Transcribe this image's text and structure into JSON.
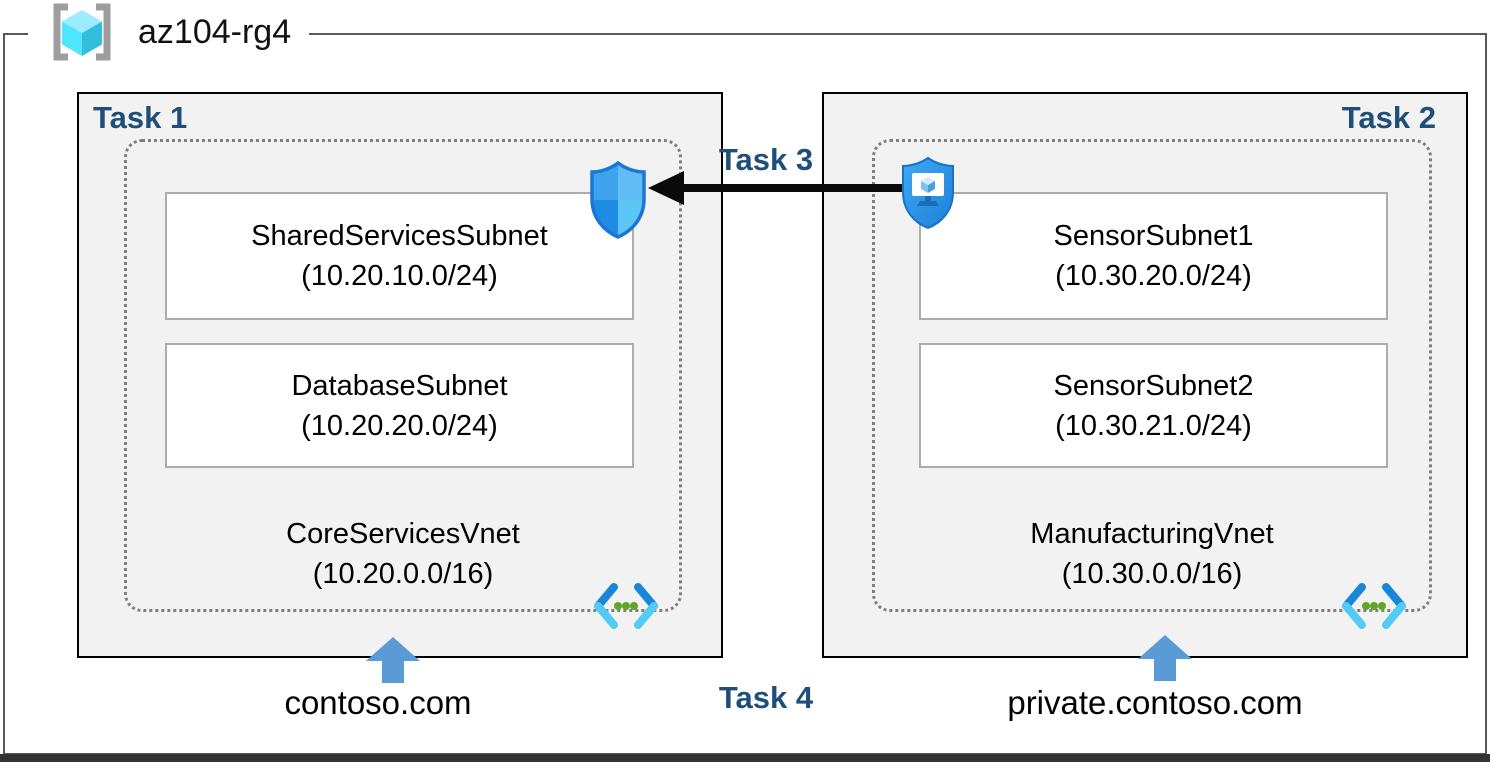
{
  "title": {
    "resource_group": "az104-rg4"
  },
  "colors": {
    "task_label": "#1F4E79",
    "container_fill": "#F2F2F2",
    "container_border": "#000000",
    "outer_border": "#595959",
    "dotted_border": "#7F7F7F",
    "subnet_border": "#ACACAC",
    "dns_arrow": "#5B9BD5",
    "peering_arrow": "#000000"
  },
  "icons": {
    "resource_group": "resource-group-icon",
    "network_security_group": "network-security-group-icon",
    "bastion_shield": "bastion-shield-icon",
    "virtual_network": "virtual-network-icon",
    "dns_arrow": "up-arrow-icon",
    "peering_arrow": "peering-arrow-icon"
  },
  "vnets": [
    {
      "task_label": "Task 1",
      "name": "CoreServicesVnet",
      "address_space": "(10.20.0.0/16)",
      "subnets": [
        {
          "name": "SharedServicesSubnet",
          "cidr": "(10.20.10.0/24)"
        },
        {
          "name": "DatabaseSubnet",
          "cidr": "(10.20.20.0/24)"
        }
      ],
      "dns_label": "contoso.com"
    },
    {
      "task_label": "Task 2",
      "name": "ManufacturingVnet",
      "address_space": "(10.30.0.0/16)",
      "subnets": [
        {
          "name": "SensorSubnet1",
          "cidr": "(10.30.20.0/24)"
        },
        {
          "name": "SensorSubnet2",
          "cidr": "(10.30.21.0/24)"
        }
      ],
      "dns_label": "private.contoso.com"
    }
  ],
  "peering": {
    "task_label": "Task 3"
  },
  "dns": {
    "task_label": "Task 4"
  }
}
